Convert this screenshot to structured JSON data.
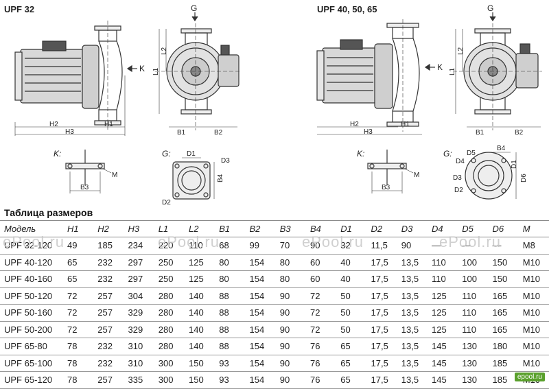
{
  "drawings": {
    "upf32_title": "UPF 32",
    "upf40_title": "UPF 40, 50, 65",
    "labels": {
      "G": "G",
      "K": "K",
      "L1": "L1",
      "L2": "L2",
      "H1": "H1",
      "H2": "H2",
      "H3": "H3",
      "B1": "B1",
      "B2": "B2",
      "B3": "B3",
      "B4": "B4",
      "D1": "D1",
      "D2": "D2",
      "D3": "D3",
      "D4": "D4",
      "D5": "D5",
      "D6": "D6",
      "M": "M",
      "K_view": "K:",
      "G_view": "G:"
    }
  },
  "table": {
    "title": "Таблица размеров",
    "headers": [
      "Модель",
      "H1",
      "H2",
      "H3",
      "L1",
      "L2",
      "B1",
      "B2",
      "B3",
      "B4",
      "D1",
      "D2",
      "D3",
      "D4",
      "D5",
      "D6",
      "M"
    ],
    "rows": [
      [
        "UPF 32-120",
        "49",
        "185",
        "234",
        "220",
        "110",
        "68",
        "99",
        "70",
        "90",
        "32",
        "11,5",
        "90",
        "—",
        "—",
        "—",
        "M8"
      ],
      [
        "UPF 40-120",
        "65",
        "232",
        "297",
        "250",
        "125",
        "80",
        "154",
        "80",
        "60",
        "40",
        "17,5",
        "13,5",
        "110",
        "100",
        "150",
        "M10"
      ],
      [
        "UPF 40-160",
        "65",
        "232",
        "297",
        "250",
        "125",
        "80",
        "154",
        "80",
        "60",
        "40",
        "17,5",
        "13,5",
        "110",
        "100",
        "150",
        "M10"
      ],
      [
        "UPF 50-120",
        "72",
        "257",
        "304",
        "280",
        "140",
        "88",
        "154",
        "90",
        "72",
        "50",
        "17,5",
        "13,5",
        "125",
        "110",
        "165",
        "M10"
      ],
      [
        "UPF 50-160",
        "72",
        "257",
        "329",
        "280",
        "140",
        "88",
        "154",
        "90",
        "72",
        "50",
        "17,5",
        "13,5",
        "125",
        "110",
        "165",
        "M10"
      ],
      [
        "UPF 50-200",
        "72",
        "257",
        "329",
        "280",
        "140",
        "88",
        "154",
        "90",
        "72",
        "50",
        "17,5",
        "13,5",
        "125",
        "110",
        "165",
        "M10"
      ],
      [
        "UPF 65-80",
        "78",
        "232",
        "310",
        "280",
        "140",
        "88",
        "154",
        "90",
        "76",
        "65",
        "17,5",
        "13,5",
        "145",
        "130",
        "180",
        "M10"
      ],
      [
        "UPF 65-100",
        "78",
        "232",
        "310",
        "300",
        "150",
        "93",
        "154",
        "90",
        "76",
        "65",
        "17,5",
        "13,5",
        "145",
        "130",
        "185",
        "M10"
      ],
      [
        "UPF 65-120",
        "78",
        "257",
        "335",
        "300",
        "150",
        "93",
        "154",
        "90",
        "76",
        "65",
        "17,5",
        "13,5",
        "145",
        "130",
        "185",
        "M10"
      ]
    ]
  },
  "watermarks": [
    "ePool.ru",
    "ePool.ru",
    "ePool.ru",
    "ePool.ru"
  ],
  "logo": "epool.ru",
  "colors": {
    "line": "#333333",
    "body_fill": "#d8d8d8",
    "dark_fill": "#555555"
  }
}
